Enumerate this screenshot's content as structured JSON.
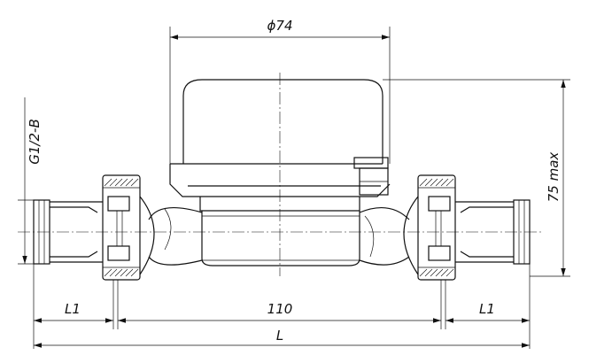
{
  "dimensions": {
    "diameter": "ϕ74",
    "thread": "G1/2-B",
    "height": "75 max",
    "left_connector": "L1",
    "body_length": "110",
    "right_connector": "L1",
    "total_length": "L"
  }
}
